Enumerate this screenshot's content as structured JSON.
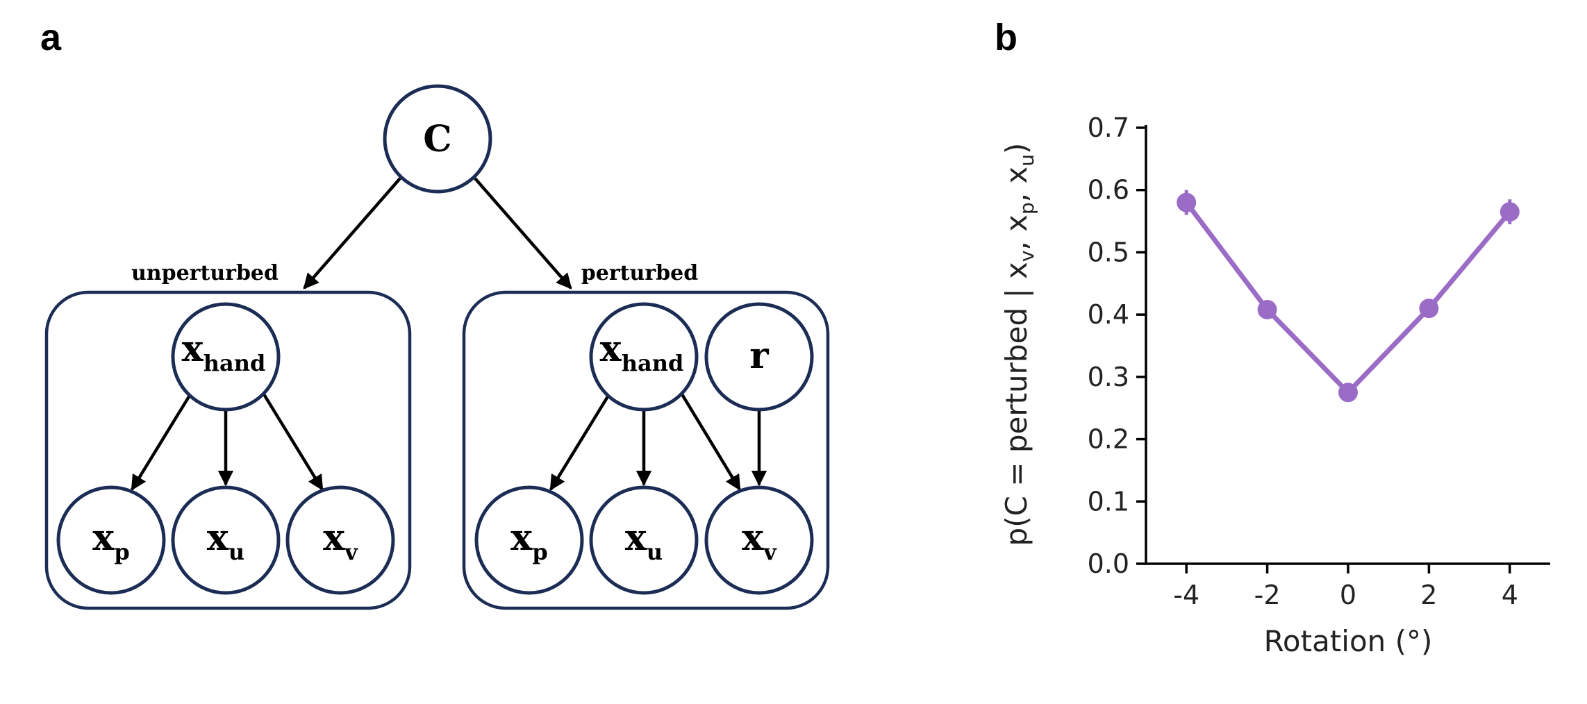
{
  "panel_a": {
    "label": "a",
    "root": {
      "text": "C"
    },
    "plates": [
      {
        "label": "unperturbed",
        "nodes": {
          "hand": {
            "base": "x",
            "sub": "hand"
          },
          "p": {
            "base": "x",
            "sub": "p"
          },
          "u": {
            "base": "x",
            "sub": "u"
          },
          "v": {
            "base": "x",
            "sub": "v"
          }
        }
      },
      {
        "label": "perturbed",
        "nodes": {
          "hand": {
            "base": "x",
            "sub": "hand"
          },
          "r": {
            "base": "r",
            "sub": ""
          },
          "p": {
            "base": "x",
            "sub": "p"
          },
          "u": {
            "base": "x",
            "sub": "u"
          },
          "v": {
            "base": "x",
            "sub": "v"
          }
        }
      }
    ]
  },
  "panel_b": {
    "label": "b",
    "ylabel_parts": {
      "pre": "p(C = perturbed | x",
      "s1": "v",
      "mid1": ", x",
      "s2": "p",
      "mid2": ", x",
      "s3": "u",
      "post": ")"
    }
  },
  "chart_data": {
    "type": "line",
    "x": [
      -4,
      -2,
      0,
      2,
      4
    ],
    "series": [
      {
        "values": [
          0.58,
          0.408,
          0.275,
          0.41,
          0.565
        ],
        "err": [
          0.02,
          0.008,
          0.008,
          0.008,
          0.02
        ]
      }
    ],
    "xlabel": "Rotation (°)",
    "xticks": [
      "-4",
      "-2",
      "0",
      "2",
      "4"
    ],
    "yticks": [
      "0.0",
      "0.1",
      "0.2",
      "0.3",
      "0.4",
      "0.5",
      "0.6",
      "0.7"
    ],
    "xlim": [
      -5,
      5
    ],
    "ylim": [
      0,
      0.7
    ],
    "color": "#9b6cc6",
    "grid": false
  }
}
